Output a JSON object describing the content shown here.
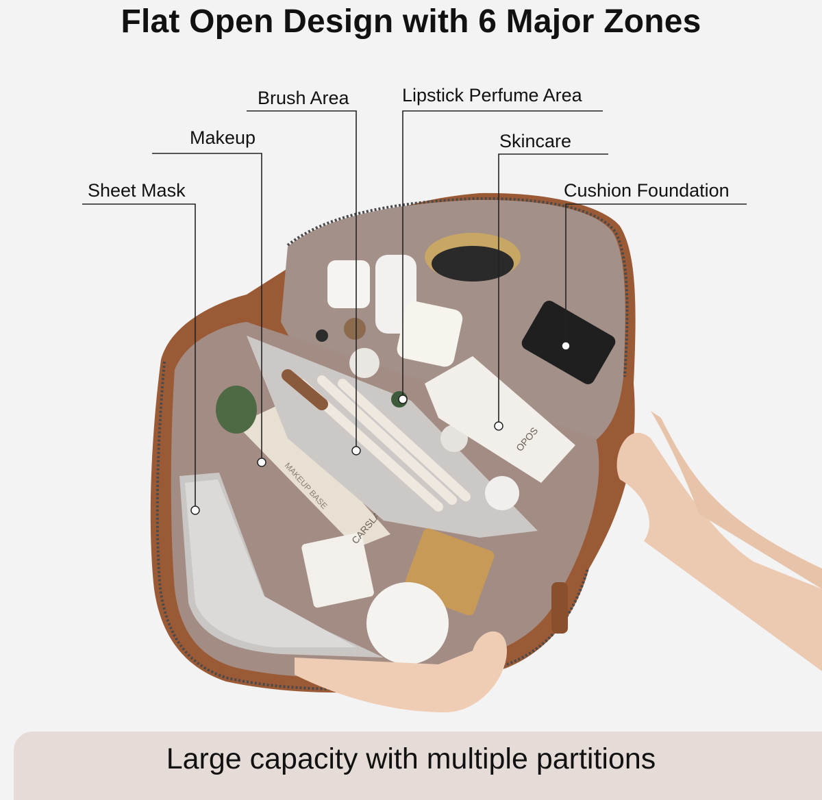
{
  "title": "Flat Open Design with 6 Major Zones",
  "zones": {
    "sheet_mask": "Sheet Mask",
    "makeup": "Makeup",
    "brush_area": "Brush Area",
    "lipstick_perfume_area": "Lipstick Perfume Area",
    "skincare": "Skincare",
    "cushion_foundation": "Cushion Foundation"
  },
  "product_text": {
    "makeup_base": "MAKEUP BASE",
    "brand": "CARSLAN",
    "skincare_brand": "OPOS"
  },
  "footer": "Large capacity with multiple partitions",
  "colors": {
    "background": "#f4f3f3",
    "leather": "#9b5a36",
    "lining": "#a39089",
    "banner": "#e5dcd7"
  }
}
